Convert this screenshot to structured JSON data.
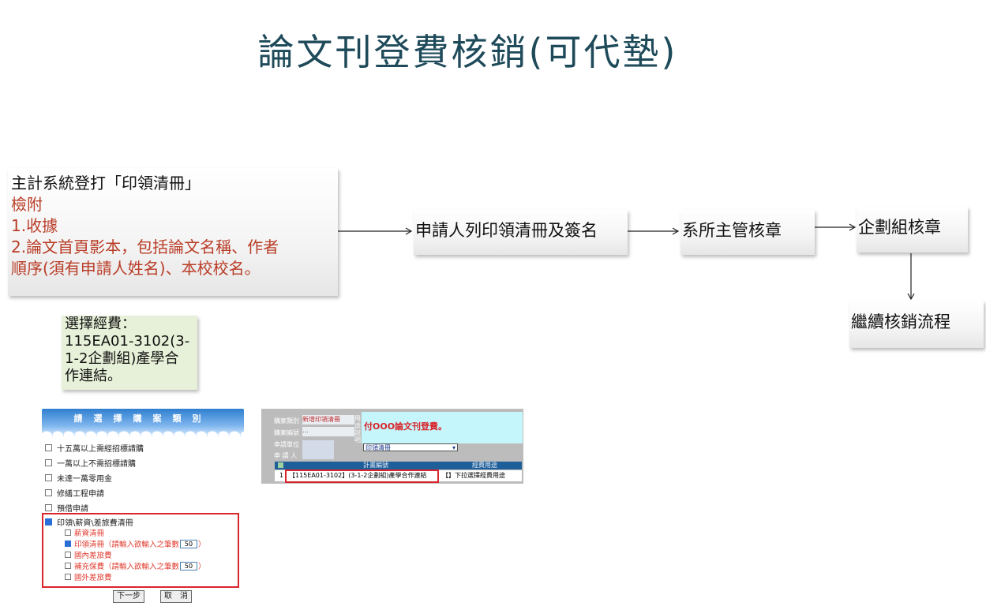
{
  "title": "論文刊登費核銷(可代墊)",
  "step1": {
    "line1": "主計系統登打「印領清冊」",
    "line2": "檢附",
    "line3": "1.收據",
    "line4": "2.論文首頁影本，包括論文名稱、作者",
    "line5": "順序(須有申請人姓名)、本校校名。"
  },
  "step2": "申請人列印領清冊及簽名",
  "step3": "系所主管核章",
  "step4": "企劃組核章",
  "step5": "繼續核銷流程",
  "fund": {
    "line1": "選擇經費：",
    "line2": "115EA01-3102(3-",
    "line3": "1-2企劃組)產學合",
    "line4": "作連結。"
  },
  "left_form": {
    "header": "請選擇購案類別",
    "options": [
      {
        "label": "十五萬以上需經招標請購",
        "checked": false
      },
      {
        "label": "一萬以上不需招標請購",
        "checked": false
      },
      {
        "label": "未達一萬零用金",
        "checked": false
      },
      {
        "label": "修繕工程申請",
        "checked": false
      },
      {
        "label": "預借申請",
        "checked": false
      },
      {
        "label": "印領\\薪資\\差旅費清冊",
        "checked": true
      }
    ],
    "sub_options": [
      {
        "label": "薪資清冊",
        "checked": false
      },
      {
        "label": "印領清冊（請輸入欲輸入之筆數",
        "value": "50",
        "suffix": "）",
        "checked": true
      },
      {
        "label": "國內差旅費",
        "checked": false
      },
      {
        "label": "補充保費（請輸入欲輸入之筆數",
        "value": "50",
        "suffix": "）",
        "checked": false
      },
      {
        "label": "國外差旅費",
        "checked": false
      }
    ],
    "next_button": "下一步",
    "cancel_button": "取　消"
  },
  "right_form": {
    "labels": [
      "購案類別",
      "購案編號",
      "申請單位",
      "申 請 人"
    ],
    "category_value": "新增印領清冊",
    "number_value": "...",
    "usage_label": "用途說明",
    "usage_text": "付OOO論文刊登費。",
    "select_value": "印領清冊",
    "col_plan": "計畫編號",
    "col_use": "經費用途",
    "row_index": "1",
    "row_plan": "【115EA01-3102】(3-1-2企劃組)產學合作連結",
    "row_use": "【】下拉選擇經費用途"
  }
}
